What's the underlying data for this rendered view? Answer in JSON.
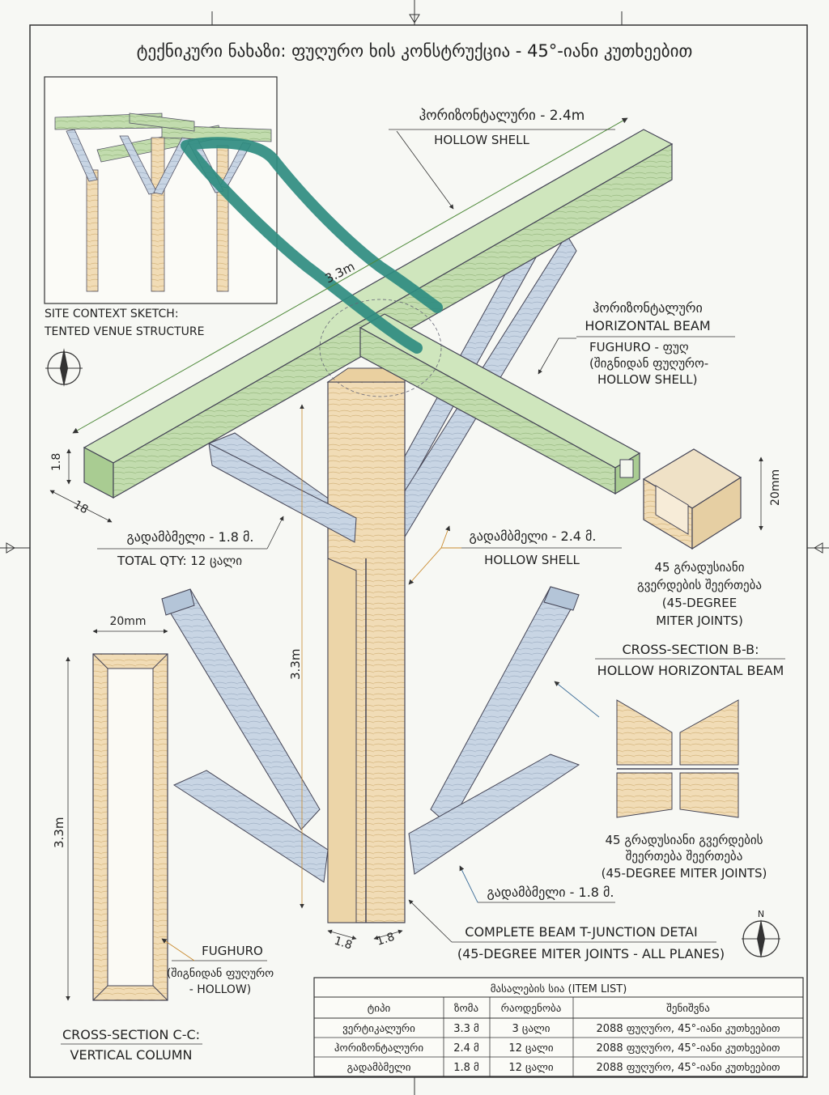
{
  "title": "ტექნიკური ნახაზი: ფუღურო ხის კონსტრუქცია - 45°-იანი კუთხეებით",
  "site_sketch": {
    "line1": "SITE CONTEXT SKETCH:",
    "line2": "TENTED VENUE STRUCTURE"
  },
  "horizontal_beam_callout": {
    "label": "ჰორიზონტალური - 2.4m",
    "sub": "HOLLOW SHELL"
  },
  "dim_3_3_diag": "3.3m",
  "horizontal_beam_right": {
    "line1": "ჰორიზონტალური",
    "line2": "HORIZONTAL BEAM",
    "line3": "FUGHURO - ფუღ",
    "line4": "(შიგნიდან ფუღურო-",
    "line5": "HOLLOW SHELL)"
  },
  "dim_1_8_v": "1.8",
  "dim_18_h": "18",
  "brace_left": {
    "label": "გადამბმელი - 1.8 მ.",
    "qty": "TOTAL QTY: 12 ცალი"
  },
  "brace_right": {
    "label": "გადამბმელი - 2.4 მ.",
    "sub": "HOLLOW SHELL"
  },
  "dim_20mm_right": "20mm",
  "miter_top": {
    "line1": "45 გრადუსიანი",
    "line2": "გვერდების შეერთება",
    "line3": "(45-DEGREE",
    "line4": "MITER JOINTS)"
  },
  "section_bb": {
    "line1": "CROSS-SECTION B-B:",
    "line2": "HOLLOW HORIZONTAL BEAM"
  },
  "dim_20mm_left": "20mm",
  "dim_3_3_column": "3.3m",
  "dim_3_3_left": "3.3m",
  "miter_bottom": {
    "line1": "45 გრადუსიანი გვერდების",
    "line2": "შეერთება შეერთება",
    "line3": "(45-DEGREE MITER JOINTS)"
  },
  "brace_bottom": "გადამბმელი - 1.8 მ.",
  "fughuro_left": {
    "line1": "FUGHURO",
    "line2": "(შიგნიდან ფუღურო",
    "line3": "- HOLLOW)"
  },
  "dim_col_1": "1.8",
  "dim_col_2": "1.8",
  "tjunction": {
    "line1": "COMPLETE BEAM T-JUNCTION DETAI",
    "line2": "(45-DEGREE MITER JOINTS - ALL PLANES)"
  },
  "compass_n": "N",
  "section_cc": {
    "line1": "CROSS-SECTION C-C:",
    "line2": "VERTICAL COLUMN"
  },
  "bom": {
    "title": "მასალების სია (ITEM LIST)",
    "headers": [
      "ტიპი",
      "ზომა",
      "რაოდენობა",
      "შენიშვნა"
    ],
    "rows": [
      [
        "ვერტიკალური",
        "3.3 მ",
        "3 ცალი",
        "2088 ფუღურო, 45°-იანი კუთხეებით"
      ],
      [
        "ჰორიზონტალური",
        "2.4 მ",
        "12 ცალი",
        "2088 ფუღურო, 45°-იანი კუთხეებით"
      ],
      [
        "გადამბმელი",
        "1.8 მ",
        "12 ცალი",
        "2088 ფუღურო, 45°-იანი კუთხეებით"
      ]
    ]
  },
  "colors": {
    "beam_green": "#bcd9a8",
    "brace_blue": "#c4d2e2",
    "column_wood": "#f1dcb6",
    "marker_teal": "#2f8c80",
    "green_text": "#4f8a3a",
    "blue_text": "#3f6f9a",
    "orange_text": "#c98a2e"
  }
}
